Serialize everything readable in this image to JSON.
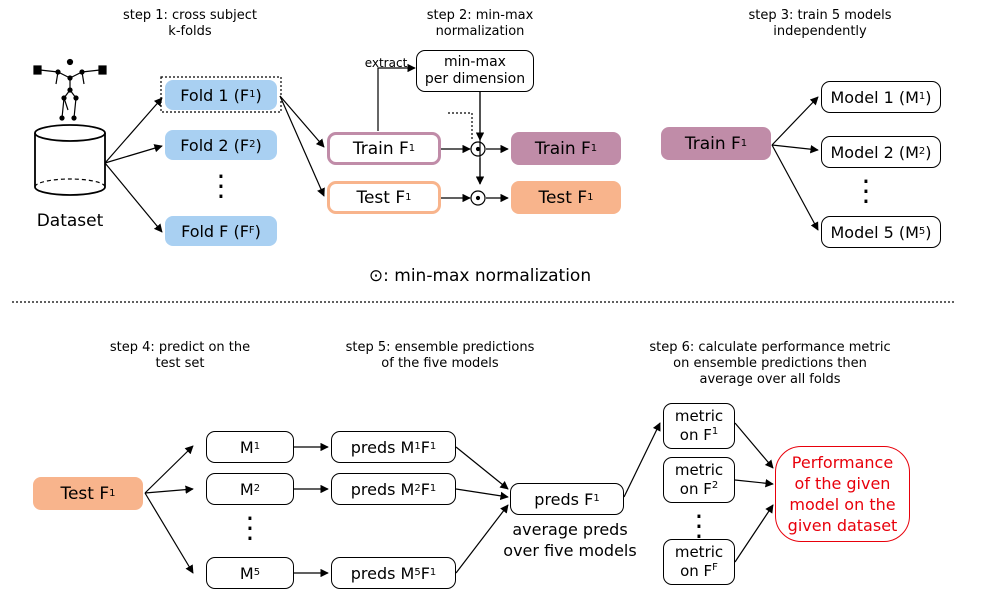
{
  "top": {
    "step1": "step 1: cross subject\nk-folds",
    "step2": "step 2: min-max\nnormalization",
    "step3": "step 3: train 5 models\nindependently",
    "dataset_label": "Dataset",
    "folds": [
      {
        "text": "Fold 1 (F",
        "sup": "1",
        "close": ")"
      },
      {
        "text": "Fold 2 (F",
        "sup": "2",
        "close": ")"
      },
      {
        "text": "Fold F (F",
        "sup": "F",
        "close": ")"
      }
    ],
    "extract_label": "extract",
    "minmax_box": "min-max\nper dimension",
    "train_in": {
      "text": "Train F",
      "sup": "1"
    },
    "test_in": {
      "text": "Test F",
      "sup": "1"
    },
    "train_out": {
      "text": "Train F",
      "sup": "1"
    },
    "test_out": {
      "text": "Test F",
      "sup": "1"
    },
    "train_step3": {
      "text": "Train F",
      "sup": "1"
    },
    "models": [
      {
        "text": "Model 1 (M",
        "sup": "1",
        "close": ")"
      },
      {
        "text": "Model 2 (M",
        "sup": "2",
        "close": ")"
      },
      {
        "text": "Model 5 (M",
        "sup": "5",
        "close": ")"
      }
    ],
    "legend": "⊙: min-max normalization"
  },
  "bottom": {
    "step4": "step 4: predict on the\ntest set",
    "step5": "step 5: ensemble predictions\nof the five models",
    "step6": "step 6: calculate performance metric\non ensemble predictions then\naverage over all folds",
    "test_in": {
      "text": "Test F",
      "sup": "1"
    },
    "m_boxes": [
      {
        "text": "M",
        "sup": "1"
      },
      {
        "text": "M",
        "sup": "2"
      },
      {
        "text": "M",
        "sup": "5"
      }
    ],
    "preds_boxes": [
      {
        "text": "preds M",
        "sup": "1",
        "text2": " F",
        "sup2": "1"
      },
      {
        "text": "preds M",
        "sup": "2",
        "text2": " F",
        "sup2": "1"
      },
      {
        "text": "preds M",
        "sup": "5",
        "text2": " F",
        "sup2": "1"
      }
    ],
    "ensemble_box": {
      "text": "preds F",
      "sup": "1"
    },
    "ensemble_caption": "average preds\nover five models",
    "metric_boxes": [
      {
        "line1": "metric",
        "text": "on F",
        "sup": "1"
      },
      {
        "line1": "metric",
        "text": "on F",
        "sup": "2"
      },
      {
        "line1": "metric",
        "text": "on F",
        "sup": "F"
      }
    ],
    "performance": "Performance\nof the given\nmodel on the\ngiven dataset"
  },
  "colors": {
    "fold_blue": "#a9d0f2",
    "train_mauve": "#c08ca8",
    "test_orange": "#f8b48c",
    "performance_red": "#e8000b"
  }
}
